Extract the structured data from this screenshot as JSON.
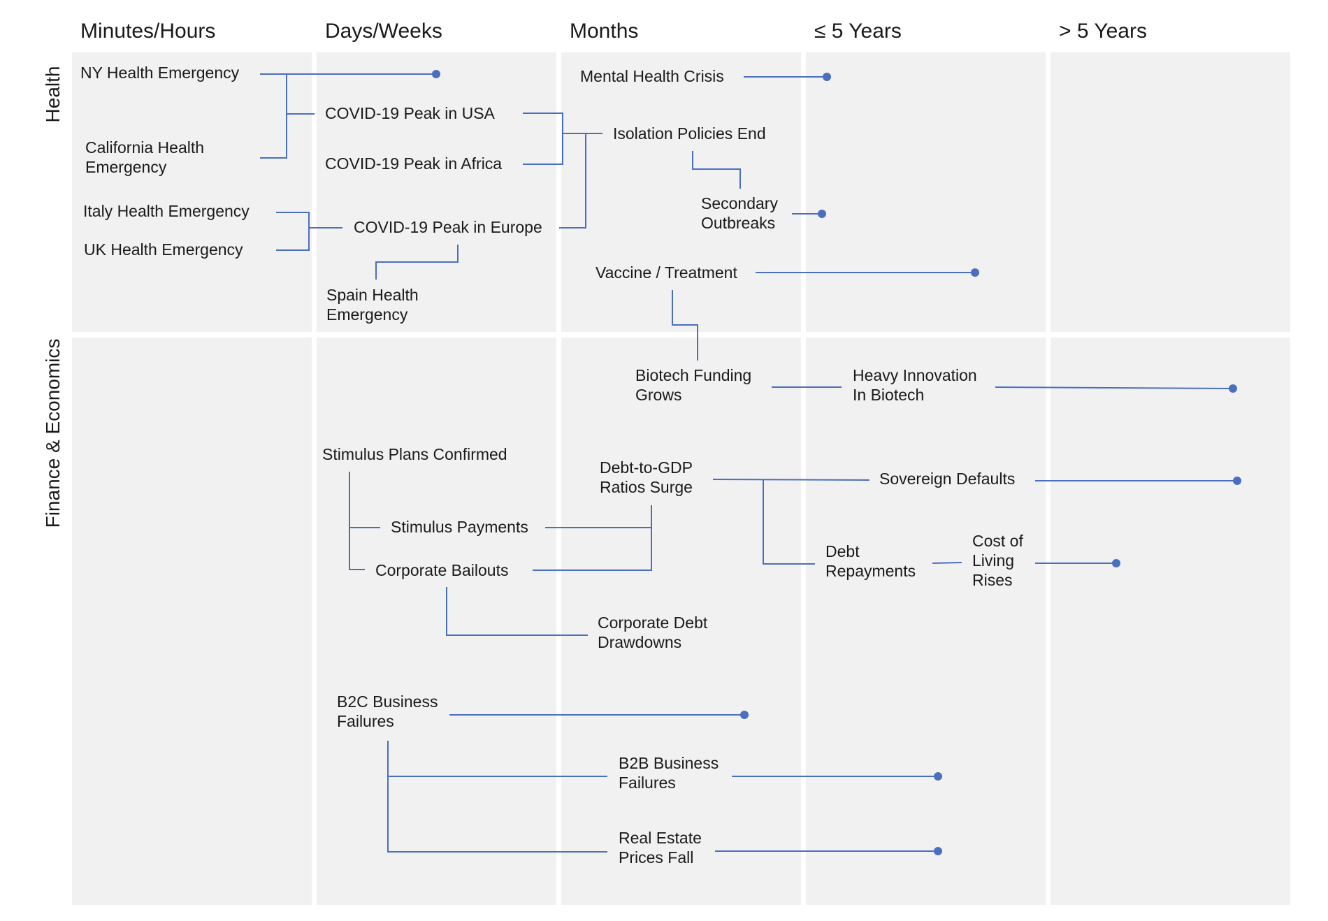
{
  "columns": [
    "Minutes/Hours",
    "Days/Weeks",
    "Months",
    "≤ 5 Years",
    "> 5 Years"
  ],
  "rows": [
    "Health",
    "Finance & Economics"
  ],
  "nodes": {
    "ny_health": "NY Health Emergency",
    "california_health": "California Health\nEmergency",
    "covid_usa": "COVID-19 Peak in USA",
    "covid_africa": "COVID-19 Peak in Africa",
    "italy_health": "Italy Health Emergency",
    "uk_health": "UK Health Emergency",
    "covid_europe": "COVID-19 Peak in Europe",
    "spain_health": "Spain Health\nEmergency",
    "mental_health": "Mental Health Crisis",
    "isolation_end": "Isolation Policies End",
    "secondary_outbreaks": "Secondary\nOutbreaks",
    "vaccine": "Vaccine / Treatment",
    "biotech_funding": "Biotech Funding\nGrows",
    "heavy_innovation": "Heavy Innovation\nIn Biotech",
    "stimulus_plans": "Stimulus Plans Confirmed",
    "stimulus_payments": "Stimulus Payments",
    "corporate_bailouts": "Corporate Bailouts",
    "debt_gdp": "Debt-to-GDP\nRatios Surge",
    "sovereign_defaults": "Sovereign Defaults",
    "debt_repayments": "Debt\nRepayments",
    "cost_of_living": "Cost of\nLiving\nRises",
    "corporate_debt": "Corporate Debt\nDrawdowns",
    "b2c_failures": "B2C Business\nFailures",
    "b2b_failures": "B2B Business\nFailures",
    "real_estate": "Real Estate\nPrices Fall"
  },
  "colors": {
    "connector": "#4a6fbe",
    "cell_background": "#f1f1f1",
    "text": "#1a1a1a"
  }
}
